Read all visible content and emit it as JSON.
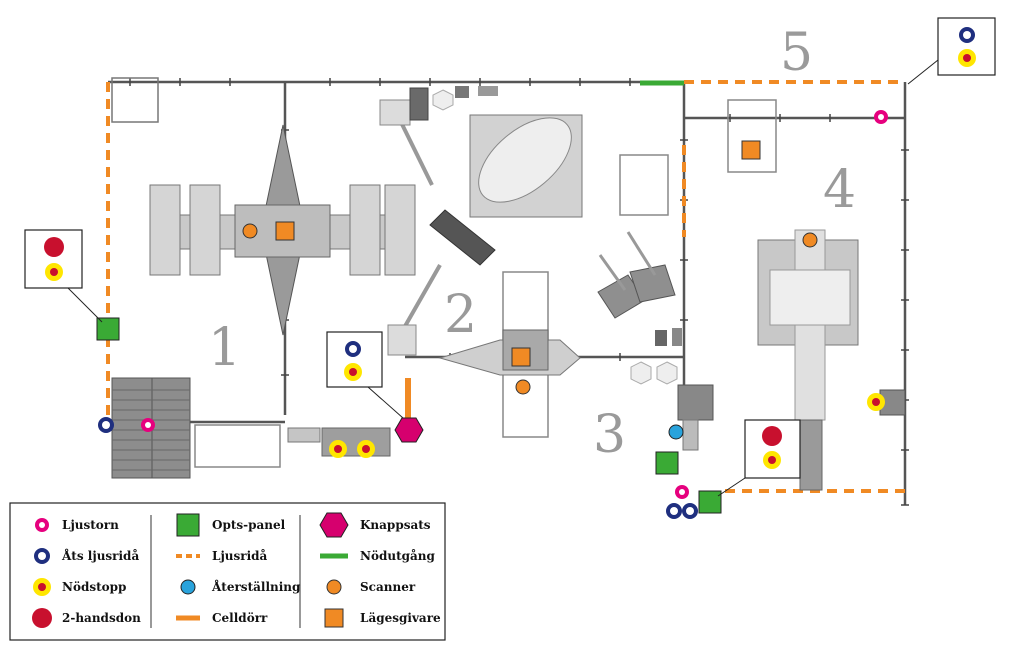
{
  "zones": [
    "1",
    "2",
    "3",
    "4",
    "5"
  ],
  "legend": {
    "items": [
      {
        "label": "Ljustorn",
        "icon": "light-tower-icon"
      },
      {
        "label": "Åts ljusridå",
        "icon": "light-curtain-ack-icon"
      },
      {
        "label": "Nödstopp",
        "icon": "emergency-stop-icon"
      },
      {
        "label": "2-handsdon",
        "icon": "two-hand-control-icon"
      },
      {
        "label": "Opts-panel",
        "icon": "operator-panel-icon"
      },
      {
        "label": "Ljusridå",
        "icon": "light-curtain-icon"
      },
      {
        "label": "Återställning",
        "icon": "reset-icon"
      },
      {
        "label": "Celldörr",
        "icon": "cell-door-icon"
      },
      {
        "label": "Knappsats",
        "icon": "keypad-icon"
      },
      {
        "label": "Nödutgång",
        "icon": "emergency-exit-icon"
      },
      {
        "label": "Scanner",
        "icon": "scanner-icon"
      },
      {
        "label": "Lägesgivare",
        "icon": "position-sensor-icon"
      }
    ]
  },
  "colors": {
    "light_tower": "#e6007e",
    "ack_curtain": "#1f2f7f",
    "estop_ring": "#ffe600",
    "estop_dot": "#c8102e",
    "two_hand": "#c8102e",
    "panel": "#3aaa35",
    "light_curtain": "#f08a24",
    "reset": "#29a3dc",
    "cell_door": "#f08a24",
    "keypad": "#d6006e",
    "emergency_exit": "#3aaa35",
    "scanner": "#f08a24",
    "position_sensor": "#f08a24",
    "fence": "#555555",
    "machine": "#b8b8b8"
  }
}
